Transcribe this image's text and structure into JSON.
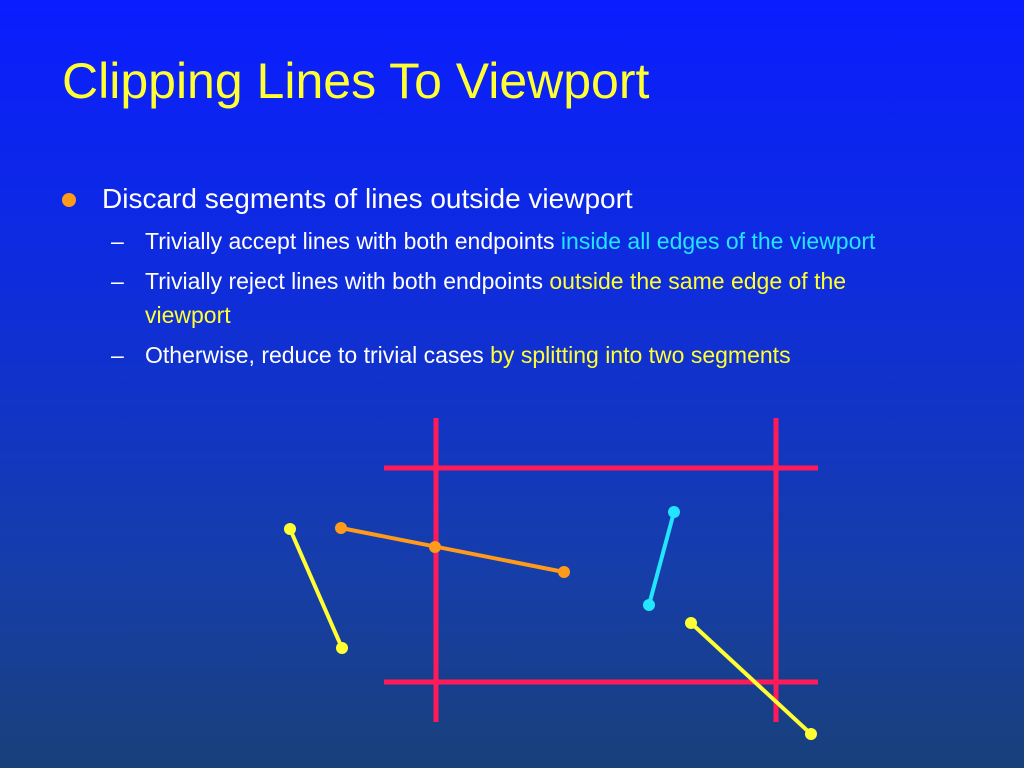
{
  "slide": {
    "title": "Clipping Lines To Viewport",
    "bullet": "Discard segments of lines outside viewport",
    "sub_items": [
      {
        "plain": "Trivially accept lines with both endpoints ",
        "highlight": "inside all edges of the viewport",
        "highlight_color": "#22e6ff"
      },
      {
        "plain": "Trivially reject lines with both endpoints ",
        "highlight": "outside the same edge of the viewport",
        "highlight_color": "#ffff33"
      },
      {
        "plain": "Otherwise, reduce to trivial cases ",
        "highlight": "by splitting into two segments",
        "highlight_color": "#ffff33"
      }
    ]
  },
  "colors": {
    "title": "#ffff33",
    "bullet_marker": "#ff9a1a",
    "viewport_edges": "#ff1a5a",
    "line_rejected": "#ffff33",
    "line_split": "#ff9a1a",
    "line_accepted": "#22e6ff"
  },
  "diagram": {
    "viewport_edges": [
      "left-edge",
      "right-edge",
      "top-edge",
      "bottom-edge"
    ],
    "line_segments": [
      {
        "name": "yellow-line-left",
        "color": "#ffff33"
      },
      {
        "name": "orange-line-split",
        "color": "#ff9a1a"
      },
      {
        "name": "cyan-line-inside",
        "color": "#22e6ff"
      },
      {
        "name": "yellow-line-bottom-right",
        "color": "#ffff33"
      }
    ]
  }
}
